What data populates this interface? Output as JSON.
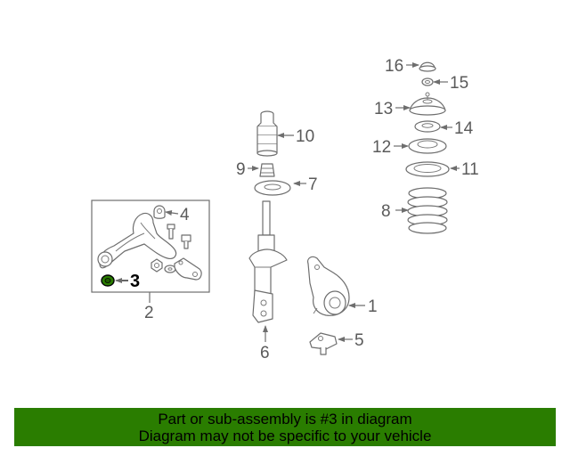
{
  "diagram": {
    "highlighted_part": "3",
    "highlight_color": "#2a7d00",
    "callouts": [
      {
        "id": "c1",
        "label": "1"
      },
      {
        "id": "c2",
        "label": "2"
      },
      {
        "id": "c3",
        "label": "3"
      },
      {
        "id": "c4",
        "label": "4"
      },
      {
        "id": "c5",
        "label": "5"
      },
      {
        "id": "c6",
        "label": "6"
      },
      {
        "id": "c7",
        "label": "7"
      },
      {
        "id": "c8",
        "label": "8"
      },
      {
        "id": "c9",
        "label": "9"
      },
      {
        "id": "c10",
        "label": "10"
      },
      {
        "id": "c11",
        "label": "11"
      },
      {
        "id": "c12",
        "label": "12"
      },
      {
        "id": "c13",
        "label": "13"
      },
      {
        "id": "c14",
        "label": "14"
      },
      {
        "id": "c15",
        "label": "15"
      },
      {
        "id": "c16",
        "label": "16"
      }
    ]
  },
  "banner": {
    "line1": "Part or sub-assembly is #3 in diagram",
    "line2": "Diagram may not be specific to your vehicle",
    "background": "#2a7d00"
  }
}
